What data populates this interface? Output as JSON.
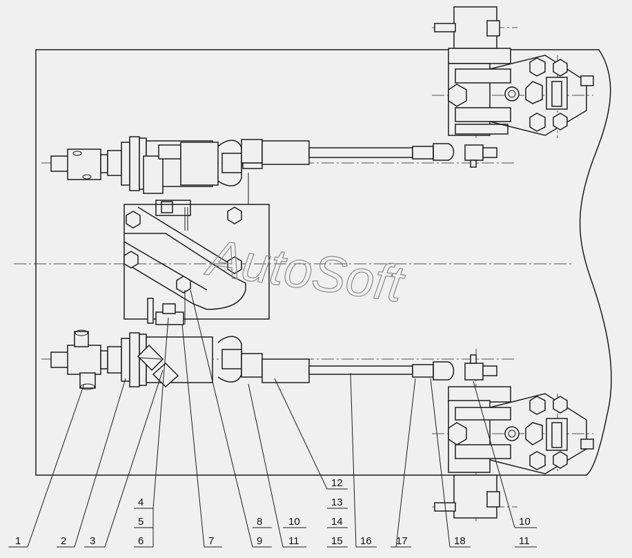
{
  "watermark": "AutoSoft",
  "callouts": {
    "c1": "1",
    "c2": "2",
    "c3": "3",
    "c4": "4",
    "c5": "5",
    "c6": "6",
    "c7": "7",
    "c8": "8",
    "c9": "9",
    "c10a": "10",
    "c11a": "11",
    "c12": "12",
    "c13": "13",
    "c14": "14",
    "c15": "15",
    "c16": "16",
    "c17": "17",
    "c18": "18",
    "c10b": "10",
    "c11b": "11"
  }
}
